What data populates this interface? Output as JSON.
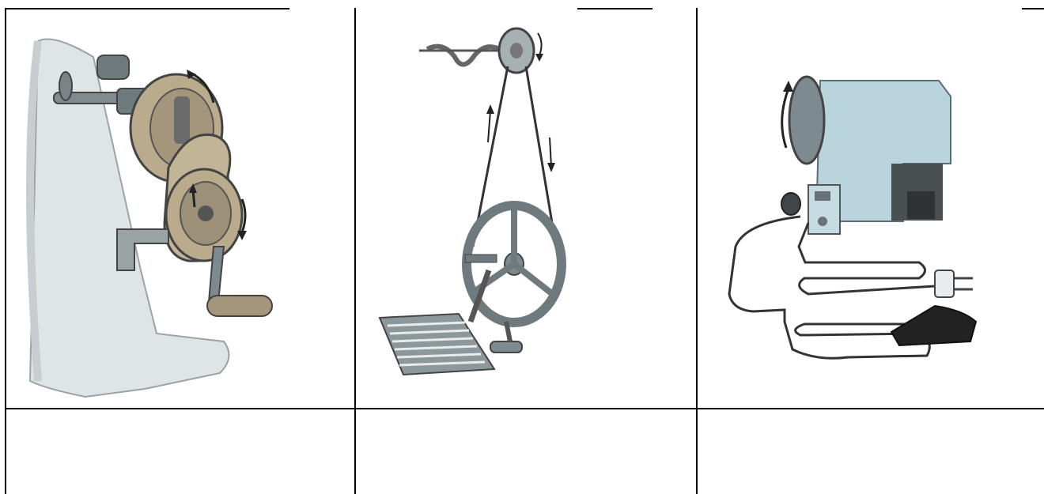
{
  "table": {
    "rows": [
      {
        "cells": [
          {
            "content": "illustration",
            "icon": "hand-crank-drive-icon"
          },
          {
            "content": "illustration",
            "icon": "treadle-drive-icon"
          },
          {
            "content": "illustration",
            "icon": "electric-drive-icon"
          }
        ]
      },
      {
        "cells": [
          {
            "content": ""
          },
          {
            "content": ""
          },
          {
            "content": ""
          }
        ]
      }
    ]
  },
  "colors": {
    "border": "#000000",
    "metal": "#b9ab8c",
    "cast_iron": "#7d8a8f",
    "machine_body": "#b9d4dc",
    "pedal": "#222222"
  }
}
